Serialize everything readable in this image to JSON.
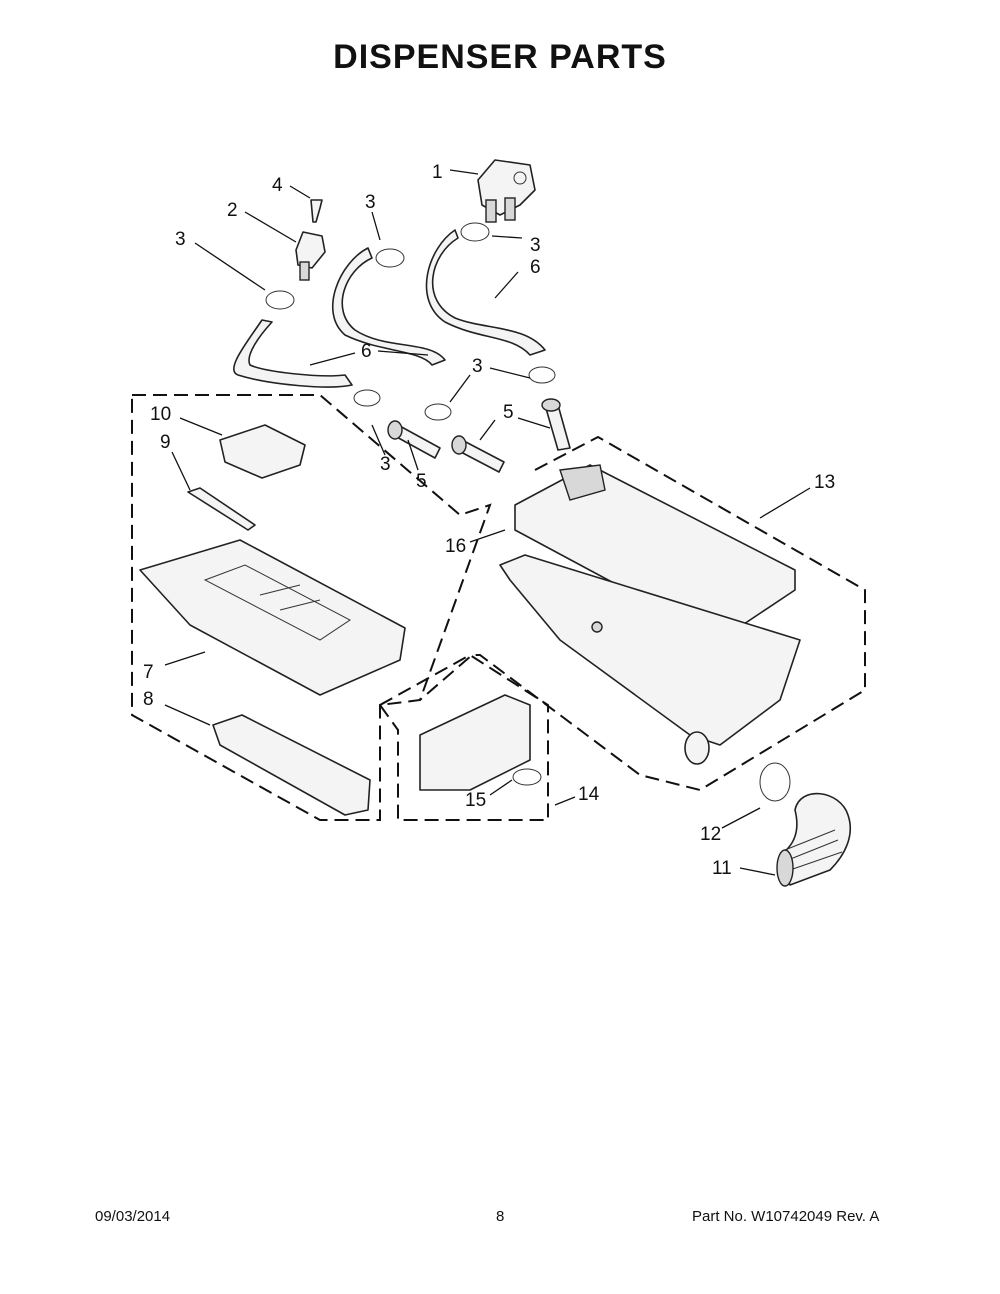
{
  "title": "DISPENSER PARTS",
  "callouts": {
    "c1": "1",
    "c2": "2",
    "c3": "3",
    "c4": "4",
    "c5": "5",
    "c6": "6",
    "c7": "7",
    "c8": "8",
    "c9": "9",
    "c10": "10",
    "c11": "11",
    "c12": "12",
    "c13": "13",
    "c14": "14",
    "c15": "15",
    "c16": "16"
  },
  "footer": {
    "date": "09/03/2014",
    "page": "8",
    "part_number": "Part No.  W10742049  Rev.  A"
  }
}
